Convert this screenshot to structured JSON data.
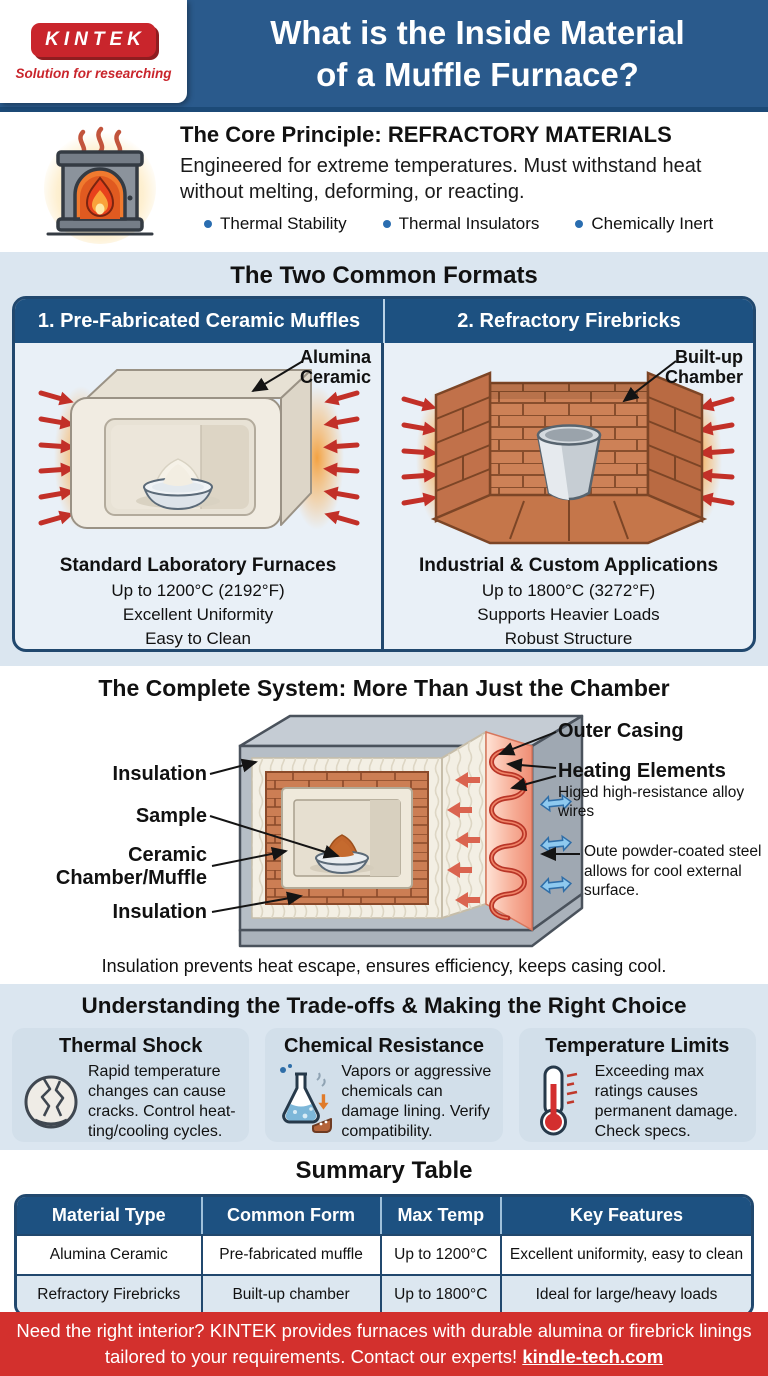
{
  "header": {
    "logo_text": "KINTEK",
    "logo_tagline": "Solution for researching",
    "title_line1": "What is the Inside Material",
    "title_line2": "of a Muffle Furnace?"
  },
  "core_principle": {
    "title": "The Core Principle: REFRACTORY MATERIALS",
    "description": "Engineered for extreme temperatures. Must withstand heat without melting, deforming, or reacting.",
    "bullets": [
      "Thermal Stability",
      "Thermal Insulators",
      "Chemically Inert"
    ]
  },
  "formats": {
    "title": "The Two Common Formats",
    "columns": [
      {
        "header": "1. Pre-Fabricated Ceramic Muffles",
        "callout": "Alumina Ceramic",
        "subtitle": "Standard Laboratory Furnaces",
        "features": [
          "Up to 1200°C (2192°F)",
          "Excellent Uniformity",
          "Easy to Clean"
        ]
      },
      {
        "header": "2. Refractory Firebricks",
        "callout": "Built-up Chamber",
        "subtitle": "Industrial & Custom Applications",
        "features": [
          "Up to 1800°C (3272°F)",
          "Supports Heavier Loads",
          "Robust Structure"
        ]
      }
    ]
  },
  "system": {
    "title": "The Complete System: More Than Just the Chamber",
    "labels": {
      "insulation_top": "Insulation",
      "sample": "Sample",
      "ceramic_line1": "Ceramic",
      "ceramic_line2": "Chamber/Muffle",
      "insulation_bottom": "Insulation",
      "outer_casing": "Outer Casing",
      "heating_elements": "Heating Elements",
      "heating_note": "Higed high-resistance alloy wires",
      "casing_note": "Oute powder-coated steel allows for cool external surface."
    },
    "caption": "Insulation prevents heat escape, ensures efficiency, keeps casing cool."
  },
  "tradeoffs": {
    "title": "Understanding the Trade-offs & Making the Right Choice",
    "cards": [
      {
        "title": "Thermal Shock",
        "icon": "cracked-sphere-icon",
        "text": "Rapid temperature changes can cause cracks. Control heat-ting/cooling cycles."
      },
      {
        "title": "Chemical Resistance",
        "icon": "flask-icon",
        "text": "Vapors or aggressive chemicals can damage lining. Verify compatibility."
      },
      {
        "title": "Temperature Limits",
        "icon": "thermometer-icon",
        "text": "Exceeding max ratings causes permanent damage. Check specs."
      }
    ]
  },
  "summary": {
    "title": "Summary Table",
    "columns": [
      "Material Type",
      "Common Form",
      "Max Temp",
      "Key Features"
    ],
    "rows": [
      [
        "Alumina Ceramic",
        "Pre-fabricated muffle",
        "Up to 1200°C",
        "Excellent uniformity, easy to clean"
      ],
      [
        "Refractory Firebricks",
        "Built-up chamber",
        "Up to 1800°C",
        "Ideal for large/heavy loads"
      ]
    ]
  },
  "footer": {
    "text_before_link": "Need the right interior? KINTEK provides furnaces with durable alumina or firebrick linings tailored to your requirements. Contact our experts!",
    "link": "kindle-tech.com"
  },
  "colors": {
    "header_blue": "#2a5a8c",
    "panel_blue": "#1d5181",
    "panel_border": "#21486e",
    "section_bg": "#dbe6f0",
    "card_bg": "#d2dfea",
    "footer_red": "#d3302d",
    "logo_red": "#c9252c",
    "bullet_blue": "#2a6db0",
    "heat_arrow_red": "#c23028"
  }
}
